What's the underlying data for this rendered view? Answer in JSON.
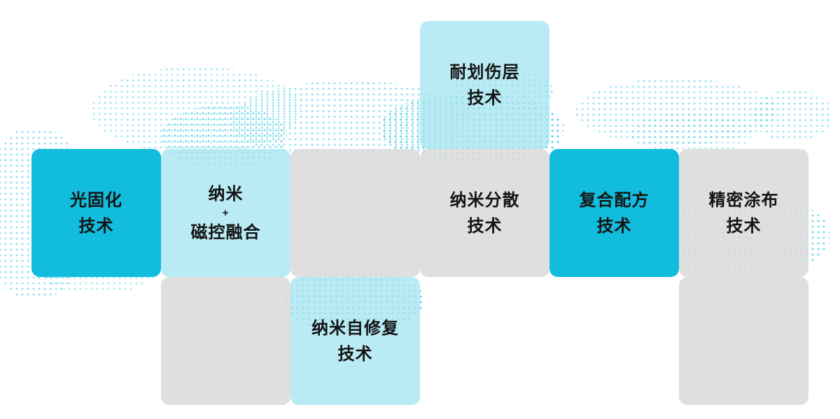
{
  "diagram": {
    "description": "technology capability matrix",
    "cells": {
      "scratch_resistant": {
        "line1": "耐划伤层",
        "line2": "技术"
      },
      "uv_curing": {
        "line1": "光固化",
        "line2": "技术"
      },
      "nano_magnetron": {
        "line1": "纳米",
        "line2": "+",
        "line3": "磁控融合"
      },
      "nano_dispersion": {
        "line1": "纳米分散",
        "line2": "技术"
      },
      "composite_formula": {
        "line1": "复合配方",
        "line2": "技术"
      },
      "precision_coating": {
        "line1": "精密涂布",
        "line2": "技术"
      },
      "nano_self_repair": {
        "line1": "纳米自修复",
        "line2": "技术"
      }
    }
  },
  "colors": {
    "primary_cyan": "#12BCDC",
    "light_cyan": "#A7E4EF",
    "neutral_gray": "#DBDBDC",
    "dot_cyan": "#2AC3DF",
    "text": "#141414",
    "background": "#FFFFFF"
  }
}
